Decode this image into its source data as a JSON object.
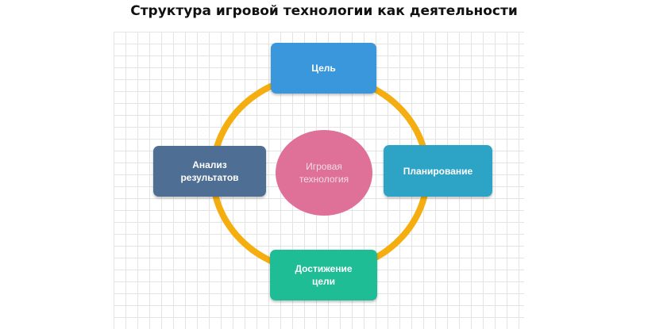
{
  "title": "Структура игровой технологии как деятельности",
  "diagram": {
    "center": "Игровая\nтехнология",
    "nodes": {
      "top": "Цель",
      "right": "Планирование",
      "bottom": "Достижение\nцели",
      "left": "Анализ\nрезультатов"
    },
    "colors": {
      "ring": "#f5ae0f",
      "center": "#df7097",
      "top": "#3a97dc",
      "right": "#2da3c6",
      "bottom": "#1fbd95",
      "left": "#4f6e94"
    }
  }
}
